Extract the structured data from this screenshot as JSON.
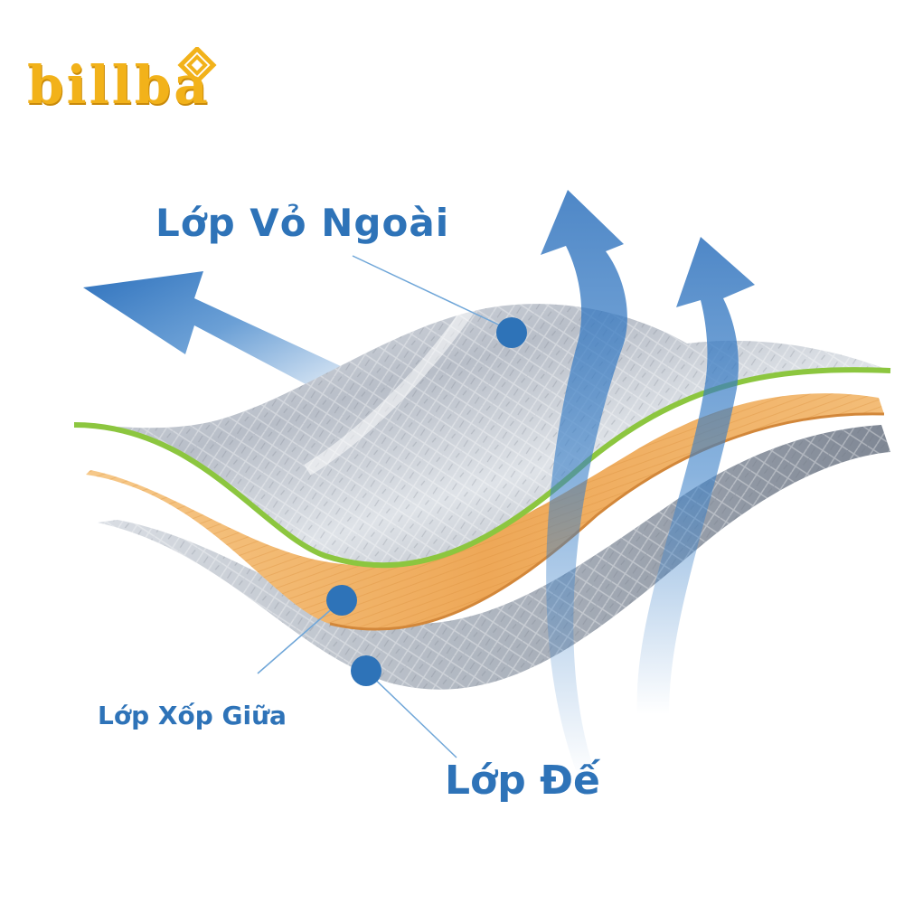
{
  "brand": {
    "logo_text": "billba",
    "color": "#f2b21a"
  },
  "labels": {
    "outer_layer": "Lớp Vỏ Ngoài",
    "middle_layer": "Lớp Xốp Giữa",
    "base_layer": "Lớp Đế"
  },
  "colors": {
    "label": "#2e73b8",
    "arrow": "#3a80c8",
    "marker_dot": "#2e73b8",
    "foil": "#c9ced6",
    "foam": "#f0b46a",
    "edge_green": "#8cc63f"
  },
  "icons": {
    "arrows": [
      "arrow-up-left-icon",
      "arrow-up-curved-icon",
      "arrow-up-right-curved-icon"
    ]
  }
}
